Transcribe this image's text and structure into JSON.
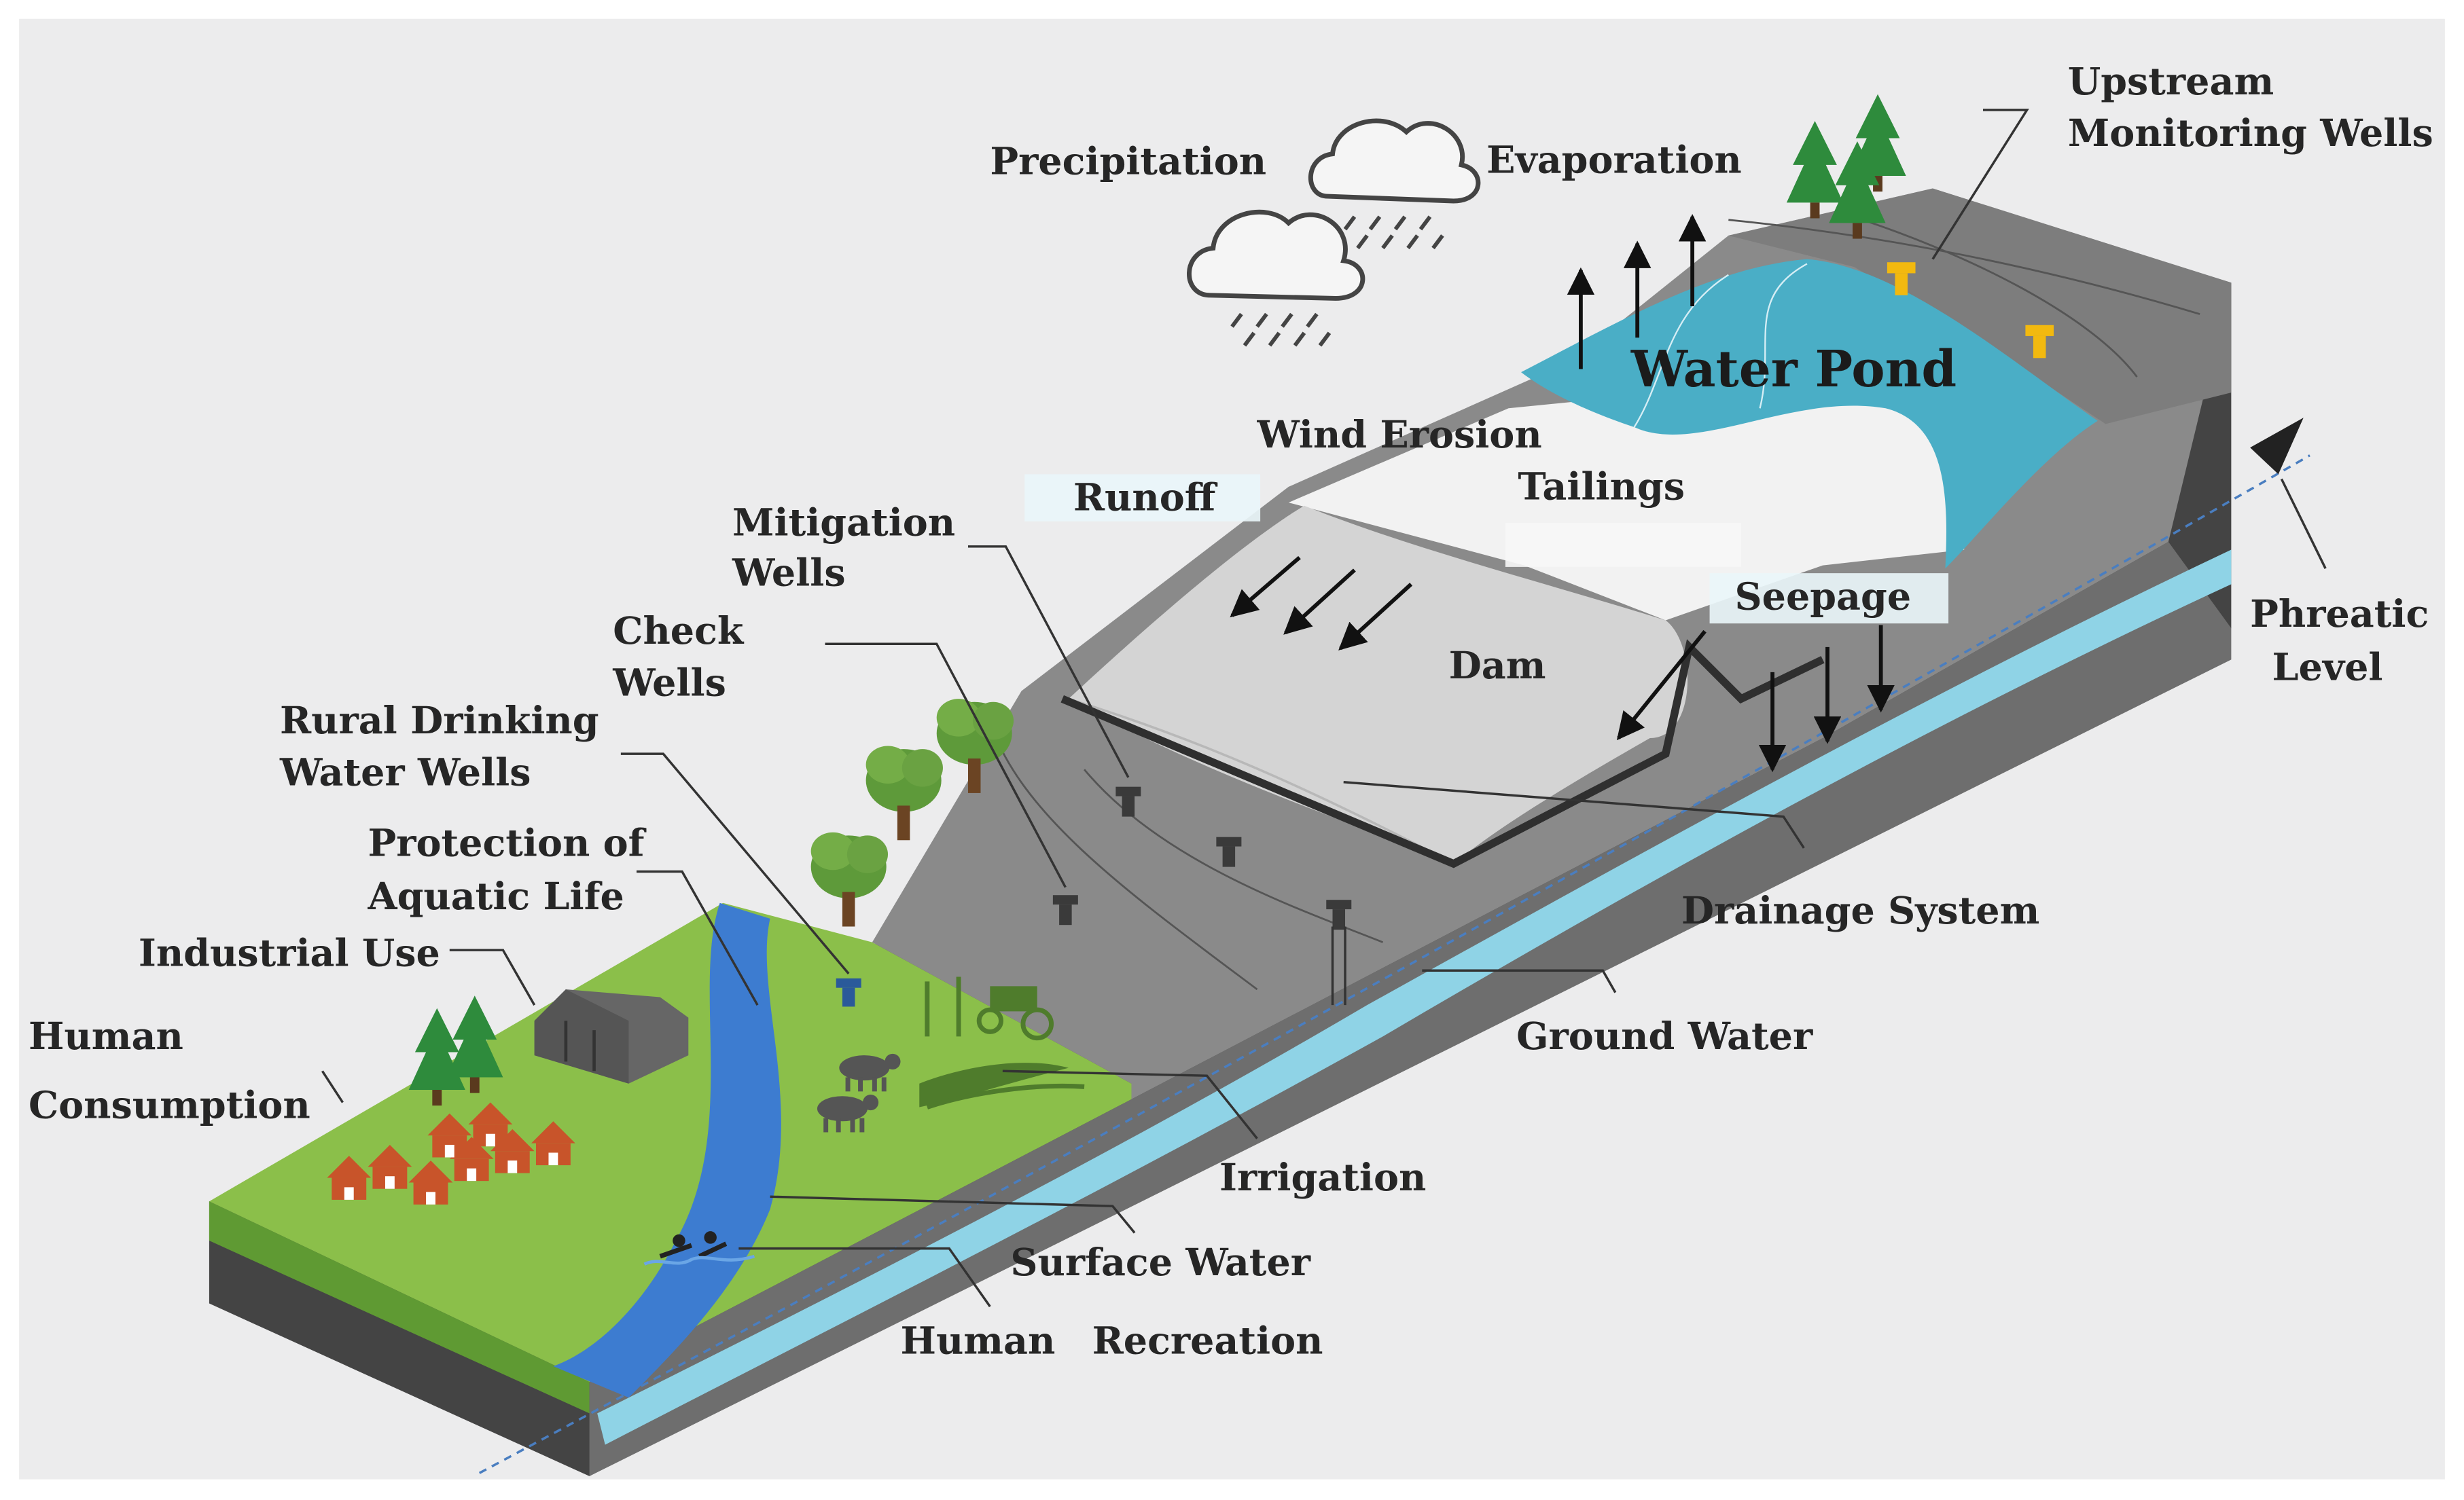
{
  "labels": {
    "precipitation": "Precipitation",
    "evaporation": "Evaporation",
    "upstream_wells_1": "Upstream",
    "upstream_wells_2": "Monitoring Wells",
    "water_pond": "Water Pond",
    "wind_erosion": "Wind Erosion",
    "tailings": "Tailings",
    "runoff": "Runoff",
    "mitigation_wells_1": "Mitigation",
    "mitigation_wells_2": "Wells",
    "check_wells_1": "Check",
    "check_wells_2": "Wells",
    "seepage": "Seepage",
    "dam": "Dam",
    "phreatic_1": "Phreatic",
    "phreatic_2": "Level",
    "rural_wells_1": "Rural Drinking",
    "rural_wells_2": "Water Wells",
    "protection_1": "Protection of",
    "protection_2": "Aquatic Life",
    "industrial_use": "Industrial Use",
    "human_consumption_1": "Human",
    "human_consumption_2": "Consumption",
    "drainage_system": "Drainage System",
    "ground_water": "Ground Water",
    "irrigation": "Irrigation",
    "surface_water": "Surface Water",
    "human": "Human",
    "recreation": "Recreation"
  },
  "colors": {
    "background": "#ececed",
    "grass": "#8bbf4a",
    "river": "#3d7cd0",
    "pond": "#4aaec6",
    "groundwater": "#8fd3e6",
    "terrain": "#8a8a8a",
    "terrain_dark": "#6e6e6e",
    "block_side": "#444444",
    "dam": "#d4d4d4",
    "tailings": "#f2f2f2",
    "tree": "#2e8b3c",
    "house": "#c8542a",
    "well_dark": "#3a3a3a",
    "well_yellow": "#f2b90f",
    "well_blue": "#2a5a9a"
  }
}
